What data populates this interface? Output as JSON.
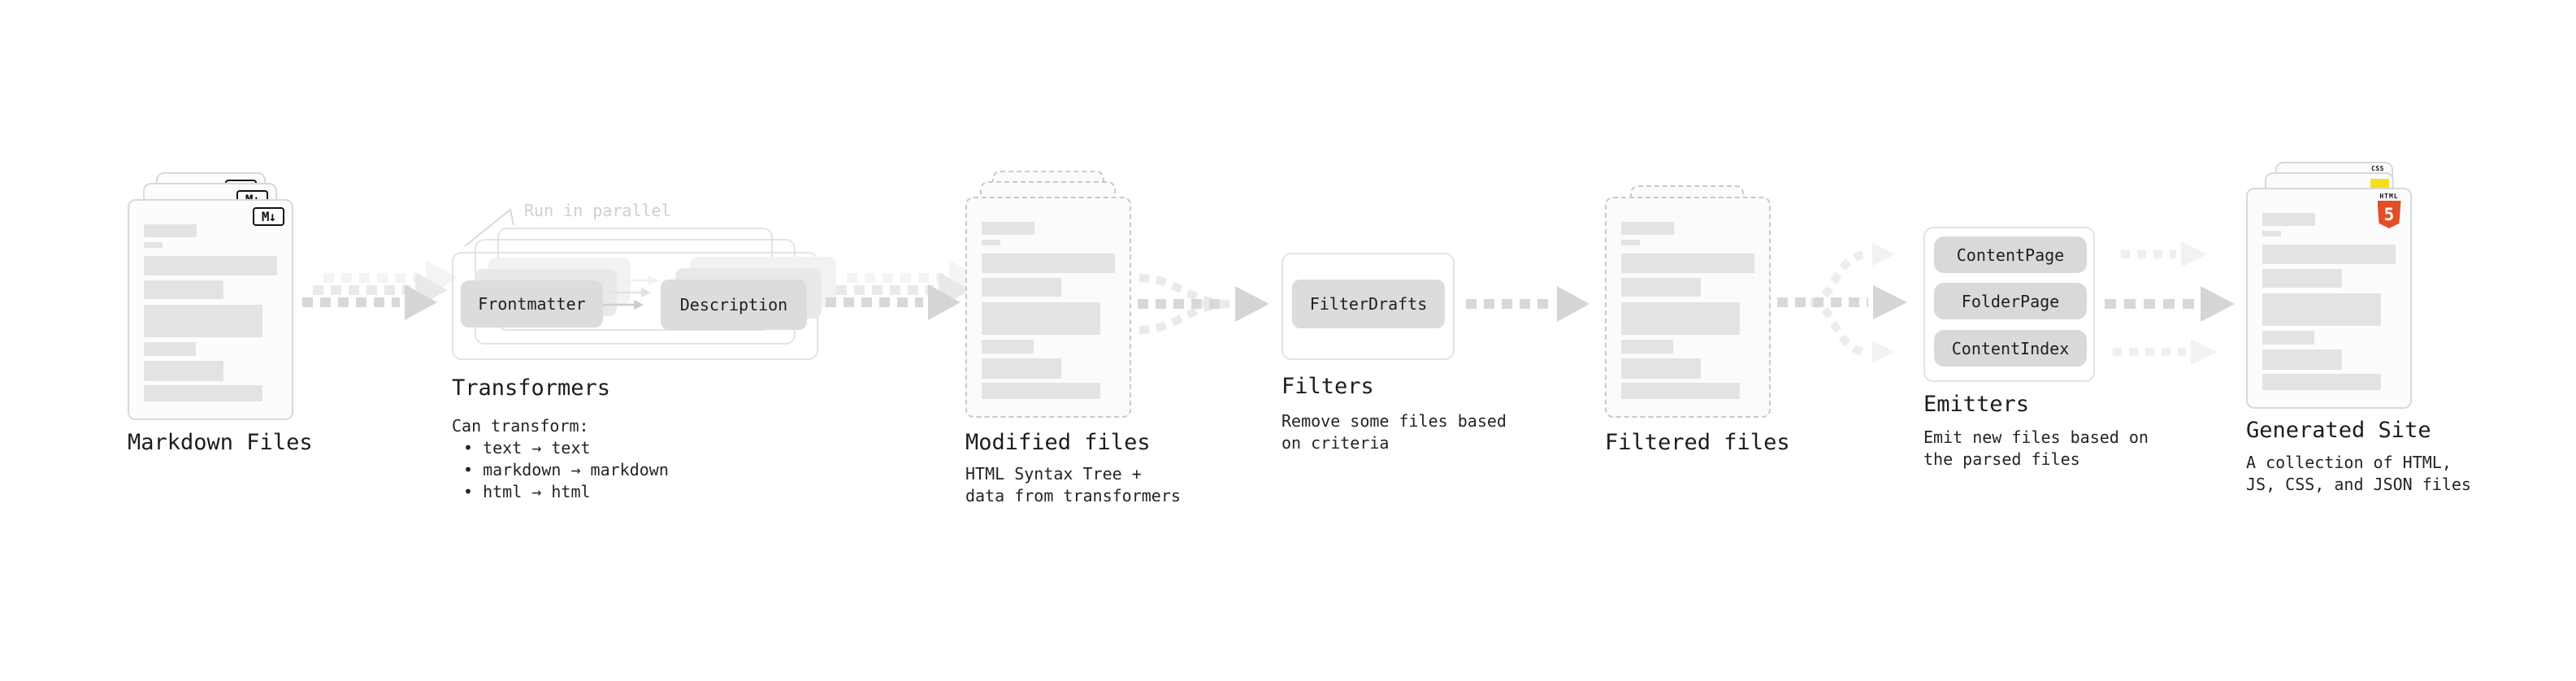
{
  "sections": {
    "markdown": {
      "label": "Markdown Files",
      "badge": "M↓"
    },
    "transformers": {
      "label": "Transformers",
      "annotation": "Run in parallel",
      "pills": [
        "Frontmatter",
        "Description"
      ],
      "caption_title": "Can transform:",
      "bullets": [
        "• text → text",
        "• markdown → markdown",
        "• html → html"
      ]
    },
    "modified": {
      "label": "Modified files",
      "caption": [
        "HTML Syntax Tree +",
        "data from transformers"
      ]
    },
    "filters": {
      "label": "Filters",
      "pill": "FilterDrafts",
      "caption": [
        "Remove some files based",
        "on criteria"
      ]
    },
    "filtered": {
      "label": "Filtered files"
    },
    "emitters": {
      "label": "Emitters",
      "pills": [
        "ContentPage",
        "FolderPage",
        "ContentIndex"
      ],
      "caption": [
        "Emit new files based on",
        "the parsed files"
      ]
    },
    "generated": {
      "label": "Generated Site",
      "caption": [
        "A collection of HTML,",
        "JS, CSS, and JSON files"
      ],
      "css_badge": "CSS",
      "html_badge": "HTML",
      "html5_number": "5"
    }
  },
  "colors": {
    "arrow_front": "#d8d8d8",
    "arrow_ghost": "#e9e9e9",
    "arrow_faint": "#f0f0f0",
    "card_border": "#d9d9d9",
    "dashed_border": "#c9c9c9",
    "pill_fill": "#dcdcdc",
    "html5_orange": "#e44d26",
    "js_yellow": "#f7df1e",
    "css_blue": "#2f6be4"
  }
}
